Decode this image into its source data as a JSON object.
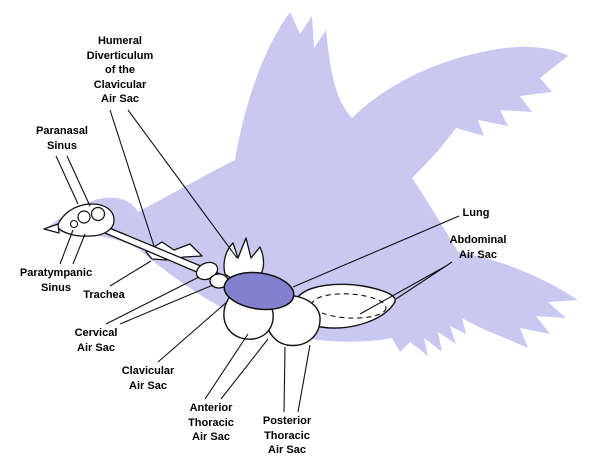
{
  "diagram": {
    "labels": {
      "humeral_diverticulum": "Humeral\nDiverticulum\nof the\nClavicular\nAir Sac",
      "paranasal_sinus": "Paranasal\nSinus",
      "paratympanic_sinus": "Paratympanic\nSinus",
      "trachea": "Trachea",
      "cervical_air_sac": "Cervical\nAir Sac",
      "clavicular_air_sac": "Clavicular\nAir Sac",
      "anterior_thoracic_air_sac": "Anterior\nThoracic\nAir Sac",
      "posterior_thoracic_air_sac": "Posterior\nThoracic\nAir Sac",
      "lung": "Lung",
      "abdominal_air_sac": "Abdominal\nAir Sac"
    },
    "colors": {
      "background": "#ffffff",
      "silhouette": "#c8c8f0",
      "lung_fill": "#8181cf",
      "sac_fill": "#ffffff",
      "outline": "#111111",
      "label_text": "#000000"
    }
  }
}
